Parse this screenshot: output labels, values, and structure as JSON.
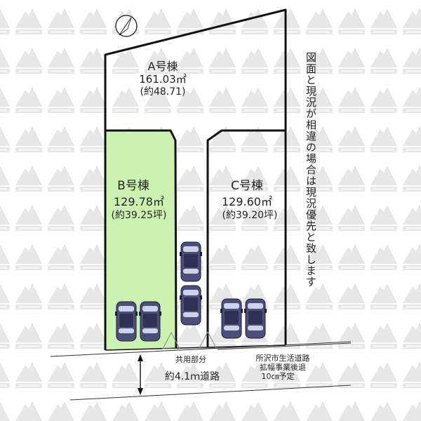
{
  "lots": {
    "a": {
      "name": "A号棟",
      "area": "161.03㎡",
      "tsubo": "(約48.71)"
    },
    "b": {
      "name": "B号棟",
      "area": "129.78㎡",
      "tsubo": "(約39.25坪)"
    },
    "c": {
      "name": "C号棟",
      "area": "129.60㎡",
      "tsubo": "(約39.20坪)"
    }
  },
  "notes": {
    "vertical": "図面と現況が相違の場合は現況優先と致します",
    "common": "共用部分",
    "road": "約4.1ｍ道路",
    "setback_1": "所沢市生活道路",
    "setback_2": "拡幅事業後退",
    "setback_3": "10㎝予定"
  },
  "colors": {
    "lot_b_fill": "#ccf2b0",
    "outline": "#111111",
    "watermark": "#e6e6e6"
  },
  "icons": {
    "compass": "north-arrow-icon",
    "car": "car-icon"
  }
}
